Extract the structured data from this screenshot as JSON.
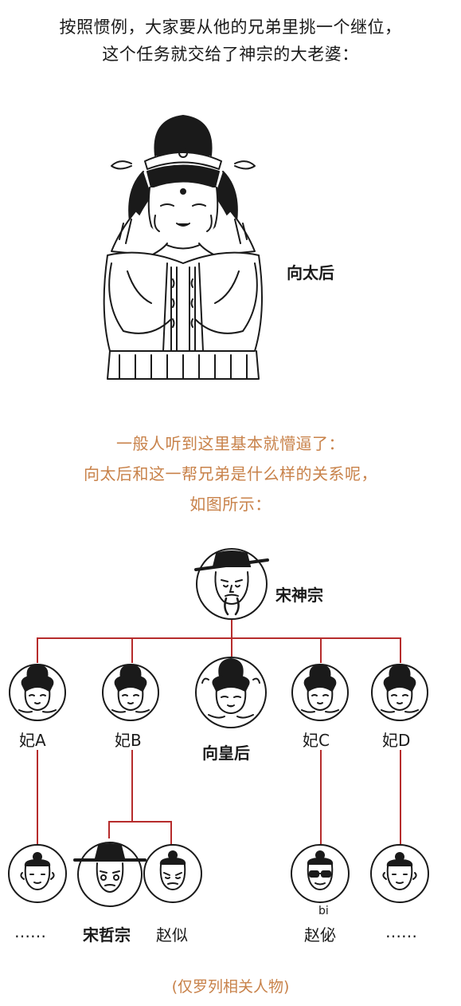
{
  "intro": {
    "line1": "按照惯例，大家要从他的兄弟里挑一个继位，",
    "line2": "这个任务就交给了神宗的大老婆："
  },
  "main_figure": {
    "label": "向太后"
  },
  "explanation": {
    "line1": "一般人听到这里基本就懵逼了：",
    "line2": "向太后和这一帮兄弟是什么样的关系呢，",
    "line3": "如图所示："
  },
  "tree": {
    "root": {
      "label": "宋神宗"
    },
    "wives": [
      {
        "label": "妃A"
      },
      {
        "label": "妃B"
      },
      {
        "label": "向皇后"
      },
      {
        "label": "妃C"
      },
      {
        "label": "妃D"
      }
    ],
    "children": [
      {
        "label": "……"
      },
      {
        "label": "宋哲宗"
      },
      {
        "label": "赵似"
      },
      {
        "label": "赵佖",
        "annotation": "bi"
      },
      {
        "label": "……"
      }
    ]
  },
  "footnote": "(仅罗列相关人物)",
  "colors": {
    "accent": "#c8824a",
    "line": "#b62c2c",
    "text": "#1a1a1a"
  }
}
